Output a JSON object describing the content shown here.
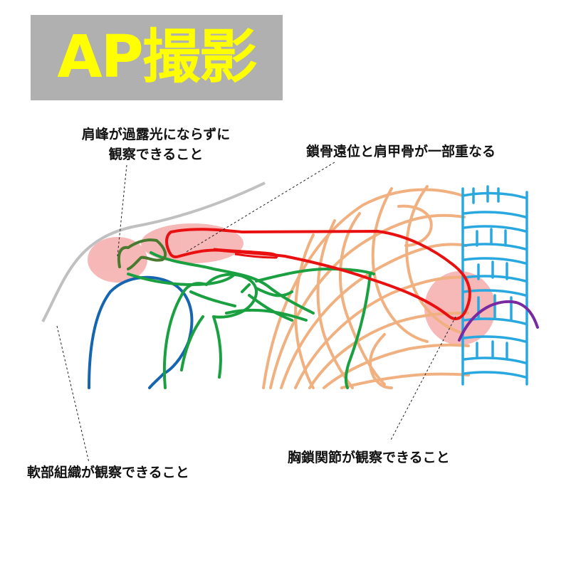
{
  "title": "AP撮影",
  "labels": {
    "acromion_line1": "肩峰が過露光にならずに",
    "acromion_line2": "観察できること",
    "clavicle": "鎖骨遠位と肩甲骨が一部重なる",
    "soft_tissue": "軟部組織が観察できること",
    "sternoclavicular": "胸鎖関節が観察できること"
  },
  "colors": {
    "title_bg": "#b0b0b0",
    "title_text": "#ffff00",
    "clavicle": "#e81010",
    "scapula": "#1aa040",
    "humerus": "#1565b0",
    "ribs": "#f0b080",
    "spine": "#29a8e0",
    "first_rib": "#7a2aa0",
    "soft_tissue": "#c0c0c0",
    "highlight": "#f4a0a0",
    "acromion": "#4a7a30"
  }
}
